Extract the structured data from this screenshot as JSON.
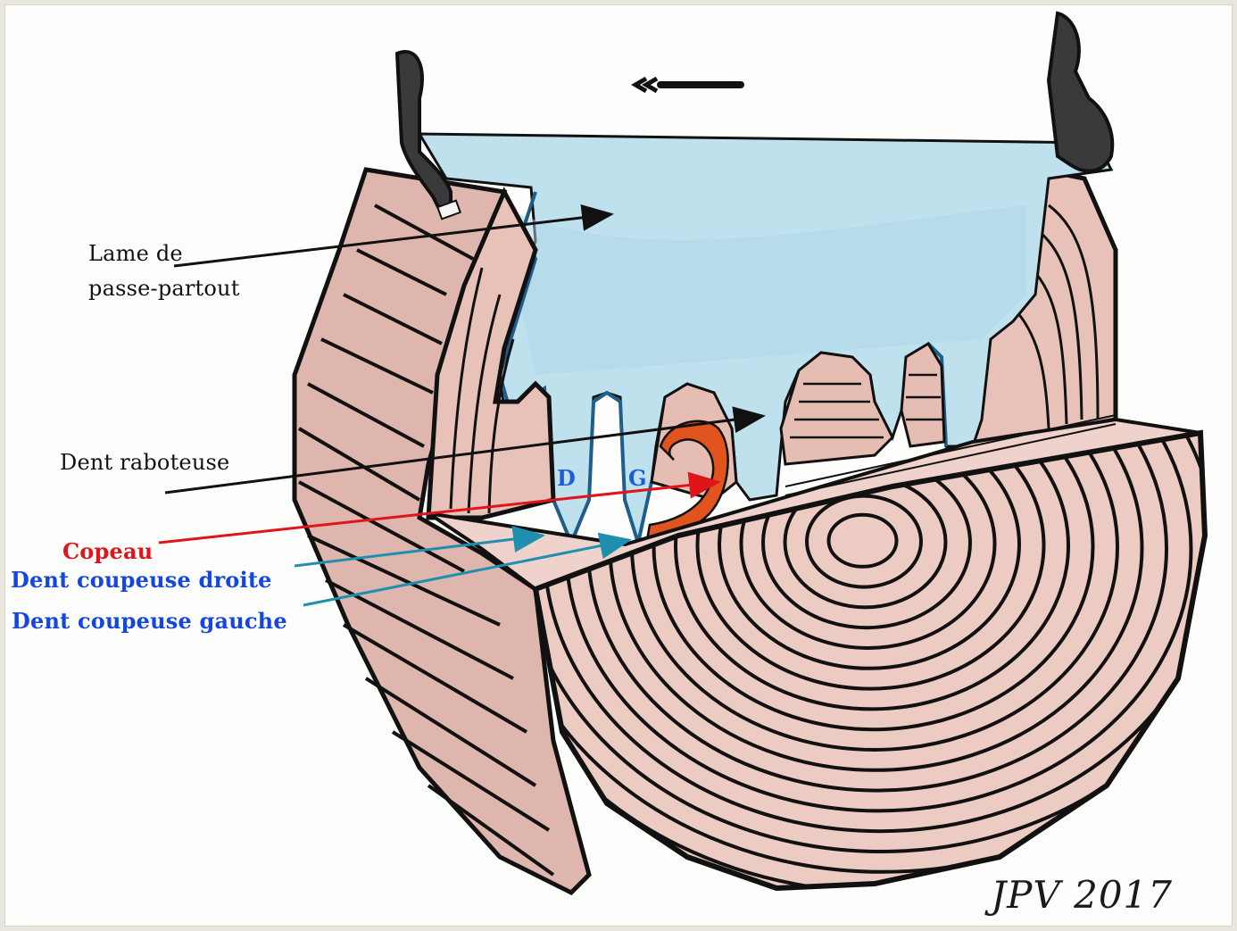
{
  "labels": {
    "blade_line1": "Lame de",
    "blade_line2": "passe-partout",
    "planer_tooth": "Dent raboteuse",
    "chip": "Copeau",
    "right_cutter": "Dent coupeuse droite",
    "left_cutter": "Dent coupeuse gauche"
  },
  "tooth_letters": {
    "right": "D",
    "left": "G"
  },
  "signature": "JPV 2017",
  "colors": {
    "blade": "#bfe1ee",
    "wood": "#eccbc3",
    "wood_dark": "#d9a79d",
    "chip": "#e2541e",
    "label_black": "#111111",
    "label_red": "#e0151b",
    "label_blue": "#1446e0",
    "arrow_teal": "#1f8fb0"
  }
}
